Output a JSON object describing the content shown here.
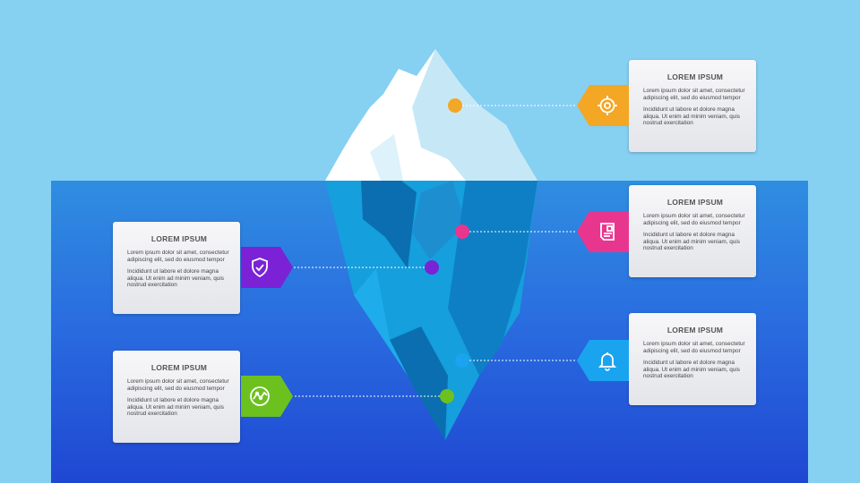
{
  "colors": {
    "sky": "#86d0f2",
    "orange": "#f4a625",
    "magenta": "#e8368f",
    "purple": "#7b22d6",
    "cyan": "#1aa3ef",
    "green": "#6cc11f"
  },
  "items": [
    {
      "title": "LOREM IPSUM",
      "para1": "Lorem ipsum dolor sit amet, consectetur adipiscing elit, sed do eiusmod tempor",
      "para2": "Incididunt ut labore et dolore magna aliqua. Ut enim ad minim veniam, quis nostrud exercitation",
      "icon": "target-icon",
      "color": "orange"
    },
    {
      "title": "LOREM IPSUM",
      "para1": "Lorem ipsum dolor sit amet, consectetur adipiscing elit, sed do eiusmod tempor",
      "para2": "Incididunt ut labore et dolore magna aliqua. Ut enim ad minim veniam, quis nostrud exercitation",
      "icon": "document-icon",
      "color": "magenta"
    },
    {
      "title": "LOREM IPSUM",
      "para1": "Lorem ipsum dolor sit amet, consectetur adipiscing elit, sed do eiusmod tempor",
      "para2": "Incididunt ut labore et dolore magna aliqua. Ut enim ad minim veniam, quis nostrud exercitation",
      "icon": "bell-icon",
      "color": "cyan"
    },
    {
      "title": "LOREM IPSUM",
      "para1": "Lorem ipsum dolor sit amet, consectetur adipiscing elit, sed do eiusmod tempor",
      "para2": "Incididunt ut labore et dolore magna aliqua. Ut enim ad minim veniam, quis nostrud exercitation",
      "icon": "shield-check-icon",
      "color": "purple"
    },
    {
      "title": "LOREM IPSUM",
      "para1": "Lorem ipsum dolor sit amet, consectetur adipiscing elit, sed do eiusmod tempor",
      "para2": "Incididunt ut labore et dolore magna aliqua. Ut enim ad minim veniam, quis nostrud exercitation",
      "icon": "chart-circle-icon",
      "color": "green"
    }
  ]
}
